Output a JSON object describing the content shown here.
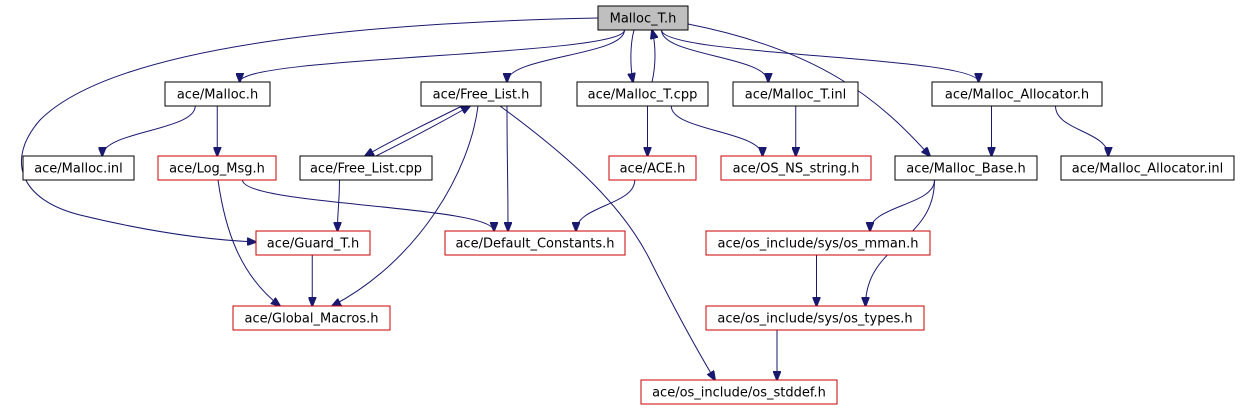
{
  "diagram": {
    "colors": {
      "root_fill": "#bfbfbf",
      "node_fill": "#ffffff",
      "documented_border": "#000000",
      "undocumented_border": "#cc0000",
      "edge": "#191970"
    },
    "nodes": [
      {
        "id": "malloc_t_h",
        "label": "Malloc_T.h",
        "kind": "root"
      },
      {
        "id": "ace_malloc_h",
        "label": "ace/Malloc.h",
        "kind": "documented"
      },
      {
        "id": "ace_free_list_h",
        "label": "ace/Free_List.h",
        "kind": "documented"
      },
      {
        "id": "ace_malloc_t_cpp",
        "label": "ace/Malloc_T.cpp",
        "kind": "documented"
      },
      {
        "id": "ace_malloc_t_inl",
        "label": "ace/Malloc_T.inl",
        "kind": "documented"
      },
      {
        "id": "ace_malloc_allocator_h",
        "label": "ace/Malloc_Allocator.h",
        "kind": "documented"
      },
      {
        "id": "ace_malloc_inl",
        "label": "ace/Malloc.inl",
        "kind": "documented"
      },
      {
        "id": "ace_log_msg_h",
        "label": "ace/Log_Msg.h",
        "kind": "undocumented"
      },
      {
        "id": "ace_free_list_cpp",
        "label": "ace/Free_List.cpp",
        "kind": "documented"
      },
      {
        "id": "ace_ace_h",
        "label": "ace/ACE.h",
        "kind": "undocumented"
      },
      {
        "id": "ace_os_ns_string_h",
        "label": "ace/OS_NS_string.h",
        "kind": "undocumented"
      },
      {
        "id": "ace_malloc_base_h",
        "label": "ace/Malloc_Base.h",
        "kind": "documented"
      },
      {
        "id": "ace_malloc_allocator_inl",
        "label": "ace/Malloc_Allocator.inl",
        "kind": "documented"
      },
      {
        "id": "ace_guard_t_h",
        "label": "ace/Guard_T.h",
        "kind": "undocumented"
      },
      {
        "id": "ace_default_constants_h",
        "label": "ace/Default_Constants.h",
        "kind": "undocumented"
      },
      {
        "id": "ace_os_mman_h",
        "label": "ace/os_include/sys/os_mman.h",
        "kind": "undocumented"
      },
      {
        "id": "ace_global_macros_h",
        "label": "ace/Global_Macros.h",
        "kind": "undocumented"
      },
      {
        "id": "ace_os_types_h",
        "label": "ace/os_include/sys/os_types.h",
        "kind": "undocumented"
      },
      {
        "id": "ace_os_stddef_h",
        "label": "ace/os_include/os_stddef.h",
        "kind": "undocumented"
      }
    ],
    "edges": [
      {
        "from": "malloc_t_h",
        "to": "ace_malloc_h"
      },
      {
        "from": "malloc_t_h",
        "to": "ace_free_list_h"
      },
      {
        "from": "malloc_t_h",
        "to": "ace_malloc_t_cpp"
      },
      {
        "from": "malloc_t_h",
        "to": "ace_malloc_t_inl"
      },
      {
        "from": "malloc_t_h",
        "to": "ace_malloc_allocator_h"
      },
      {
        "from": "malloc_t_h",
        "to": "ace_malloc_base_h"
      },
      {
        "from": "malloc_t_h",
        "to": "ace_guard_t_h"
      },
      {
        "from": "ace_malloc_t_cpp",
        "to": "malloc_t_h"
      },
      {
        "from": "ace_malloc_t_cpp",
        "to": "ace_ace_h"
      },
      {
        "from": "ace_malloc_t_cpp",
        "to": "ace_os_ns_string_h"
      },
      {
        "from": "ace_malloc_t_inl",
        "to": "ace_os_ns_string_h"
      },
      {
        "from": "ace_malloc_h",
        "to": "ace_malloc_inl"
      },
      {
        "from": "ace_malloc_h",
        "to": "ace_log_msg_h"
      },
      {
        "from": "ace_log_msg_h",
        "to": "ace_default_constants_h"
      },
      {
        "from": "ace_log_msg_h",
        "to": "ace_global_macros_h"
      },
      {
        "from": "ace_free_list_h",
        "to": "ace_free_list_cpp"
      },
      {
        "from": "ace_free_list_cpp",
        "to": "ace_free_list_h"
      },
      {
        "from": "ace_free_list_h",
        "to": "ace_default_constants_h"
      },
      {
        "from": "ace_free_list_h",
        "to": "ace_global_macros_h"
      },
      {
        "from": "ace_free_list_h",
        "to": "ace_os_stddef_h"
      },
      {
        "from": "ace_free_list_cpp",
        "to": "ace_guard_t_h"
      },
      {
        "from": "ace_guard_t_h",
        "to": "ace_global_macros_h"
      },
      {
        "from": "ace_ace_h",
        "to": "ace_default_constants_h"
      },
      {
        "from": "ace_malloc_allocator_h",
        "to": "ace_malloc_base_h"
      },
      {
        "from": "ace_malloc_allocator_h",
        "to": "ace_malloc_allocator_inl"
      },
      {
        "from": "ace_malloc_base_h",
        "to": "ace_os_mman_h"
      },
      {
        "from": "ace_malloc_base_h",
        "to": "ace_os_types_h"
      },
      {
        "from": "ace_os_mman_h",
        "to": "ace_os_types_h"
      },
      {
        "from": "ace_os_types_h",
        "to": "ace_os_stddef_h"
      }
    ]
  }
}
